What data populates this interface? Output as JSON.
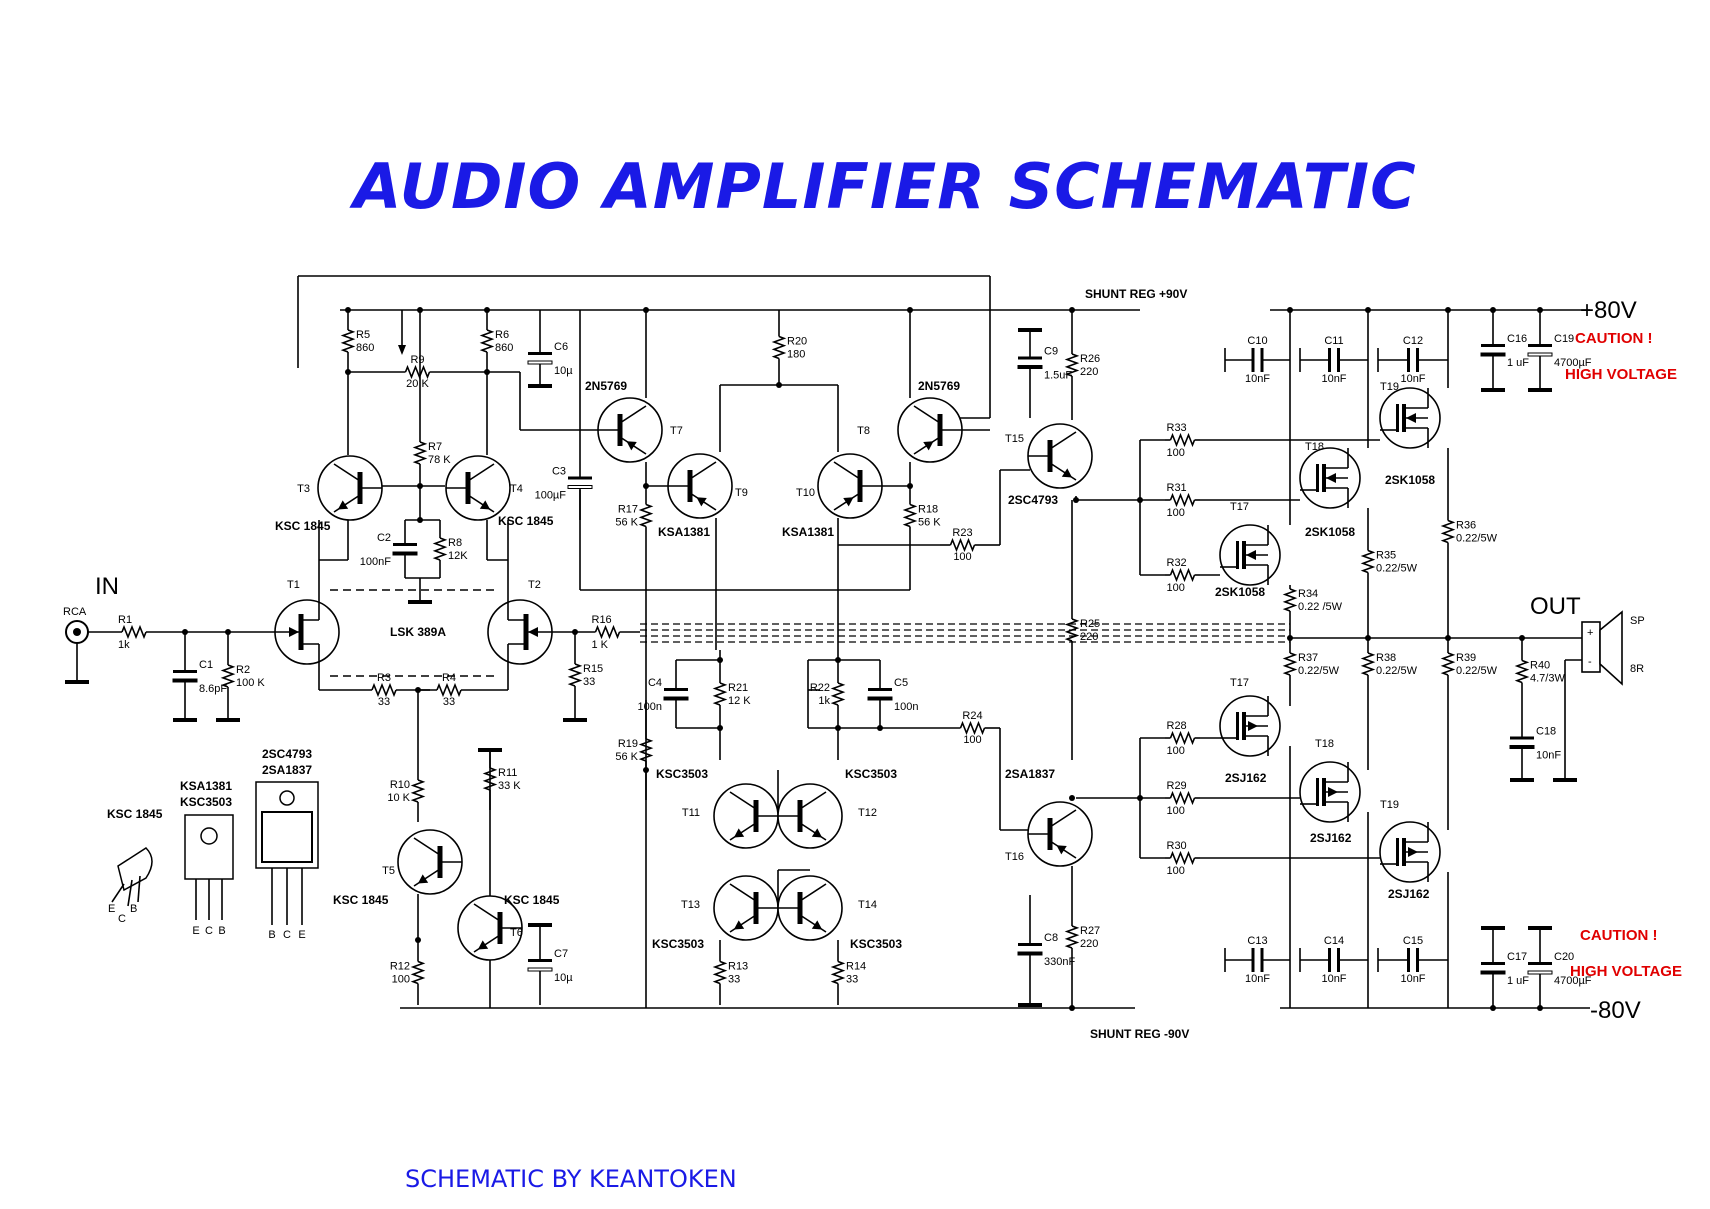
{
  "title": "AUDIO AMPLIFIER SCHEMATIC",
  "credit": "SCHEMATIC BY KEANTOKEN",
  "colors": {
    "title": "#1a1ae6",
    "caution": "#e00000",
    "wire": "#000000"
  },
  "rails": {
    "shunt_pos": "SHUNT REG +90V",
    "shunt_neg": "SHUNT REG -90V",
    "v_pos": "+80V",
    "v_neg": "-80V"
  },
  "labels": {
    "in": "IN",
    "rca": "RCA",
    "out": "OUT",
    "sp": "SP",
    "sp_imp": "8R",
    "plus": "+",
    "minus": "-",
    "caution_top": "CAUTION !",
    "hv_top": "HIGH VOLTAGE",
    "caution_bot": "CAUTION !",
    "hv_bot": "HIGH VOLTAGE",
    "lsk": "LSK 389A"
  },
  "packages": {
    "to92_name": "KSC 1845",
    "to92_pins": [
      "E",
      "C",
      "B"
    ],
    "to126_names": [
      "KSA1381",
      "KSC3503"
    ],
    "to126_pins": [
      "E",
      "C",
      "B"
    ],
    "to220_names": [
      "2SC4793",
      "2SA1837"
    ],
    "to220_pins": [
      "B",
      "C",
      "E"
    ]
  },
  "resistors": [
    {
      "ref": "R1",
      "val": "1k"
    },
    {
      "ref": "R2",
      "val": "100 K"
    },
    {
      "ref": "R3",
      "val": "33"
    },
    {
      "ref": "R4",
      "val": "33"
    },
    {
      "ref": "R5",
      "val": "860"
    },
    {
      "ref": "R6",
      "val": "860"
    },
    {
      "ref": "R7",
      "val": "78 K"
    },
    {
      "ref": "R8",
      "val": "12K"
    },
    {
      "ref": "R9",
      "val": "20 K"
    },
    {
      "ref": "R10",
      "val": "10 K"
    },
    {
      "ref": "R11",
      "val": "33 K"
    },
    {
      "ref": "R12",
      "val": "100"
    },
    {
      "ref": "R13",
      "val": "33"
    },
    {
      "ref": "R14",
      "val": "33"
    },
    {
      "ref": "R15",
      "val": "33"
    },
    {
      "ref": "R16",
      "val": "1 K"
    },
    {
      "ref": "R17",
      "val": "56 K"
    },
    {
      "ref": "R18",
      "val": "56 K"
    },
    {
      "ref": "R19",
      "val": "56 K"
    },
    {
      "ref": "R20",
      "val": "180"
    },
    {
      "ref": "R21",
      "val": "12 K"
    },
    {
      "ref": "R22",
      "val": "1k"
    },
    {
      "ref": "R23",
      "val": "100"
    },
    {
      "ref": "R24",
      "val": "100"
    },
    {
      "ref": "R25",
      "val": "220"
    },
    {
      "ref": "R26",
      "val": "220"
    },
    {
      "ref": "R27",
      "val": "220"
    },
    {
      "ref": "R28",
      "val": "100"
    },
    {
      "ref": "R29",
      "val": "100"
    },
    {
      "ref": "R30",
      "val": "100"
    },
    {
      "ref": "R31",
      "val": "100"
    },
    {
      "ref": "R32",
      "val": "100"
    },
    {
      "ref": "R33",
      "val": "100"
    },
    {
      "ref": "R34",
      "val": "0.22 /5W"
    },
    {
      "ref": "R35",
      "val": "0.22/5W"
    },
    {
      "ref": "R36",
      "val": "0.22/5W"
    },
    {
      "ref": "R37",
      "val": "0.22/5W"
    },
    {
      "ref": "R38",
      "val": "0.22/5W"
    },
    {
      "ref": "R39",
      "val": "0.22/5W"
    },
    {
      "ref": "R40",
      "val": "4.7/3W"
    }
  ],
  "capacitors": [
    {
      "ref": "C1",
      "val": "8.6pF"
    },
    {
      "ref": "C2",
      "val": "100nF"
    },
    {
      "ref": "C3",
      "val": "100µF"
    },
    {
      "ref": "C4",
      "val": "100n"
    },
    {
      "ref": "C5",
      "val": "100n"
    },
    {
      "ref": "C6",
      "val": "10µ"
    },
    {
      "ref": "C7",
      "val": "10µ"
    },
    {
      "ref": "C8",
      "val": "330nF"
    },
    {
      "ref": "C9",
      "val": "1.5uF"
    },
    {
      "ref": "C10",
      "val": "10nF"
    },
    {
      "ref": "C11",
      "val": "10nF"
    },
    {
      "ref": "C12",
      "val": "10nF"
    },
    {
      "ref": "C13",
      "val": "10nF"
    },
    {
      "ref": "C14",
      "val": "10nF"
    },
    {
      "ref": "C15",
      "val": "10nF"
    },
    {
      "ref": "C16",
      "val": "1 uF"
    },
    {
      "ref": "C17",
      "val": "1 uF"
    },
    {
      "ref": "C18",
      "val": "10nF"
    },
    {
      "ref": "C19",
      "val": "4700µF"
    },
    {
      "ref": "C20",
      "val": "4700µF"
    }
  ],
  "transistors": [
    {
      "ref": "T1"
    },
    {
      "ref": "T2"
    },
    {
      "ref": "T3",
      "type": "KSC 1845"
    },
    {
      "ref": "T4",
      "type": "KSC 1845"
    },
    {
      "ref": "T5",
      "type": "KSC 1845"
    },
    {
      "ref": "T6",
      "type": "KSC 1845"
    },
    {
      "ref": "T7",
      "type": "2N5769"
    },
    {
      "ref": "T8",
      "type": "2N5769"
    },
    {
      "ref": "T9",
      "type": "KSA1381"
    },
    {
      "ref": "T10",
      "type": "KSA1381"
    },
    {
      "ref": "T11",
      "type": "KSC3503"
    },
    {
      "ref": "T12",
      "type": "KSC3503"
    },
    {
      "ref": "T13",
      "type": "KSC3503"
    },
    {
      "ref": "T14",
      "type": "KSC3503"
    },
    {
      "ref": "T15",
      "type": "2SC4793"
    },
    {
      "ref": "T16",
      "type": "2SA1837"
    },
    {
      "ref": "T17",
      "type": "2SK1058"
    },
    {
      "ref": "T18",
      "type": "2SK1058"
    },
    {
      "ref": "T19",
      "type": "2SK1058"
    },
    {
      "ref": "T17",
      "type": "2SJ162"
    },
    {
      "ref": "T18",
      "type": "2SJ162"
    },
    {
      "ref": "T19",
      "type": "2SJ162"
    }
  ]
}
